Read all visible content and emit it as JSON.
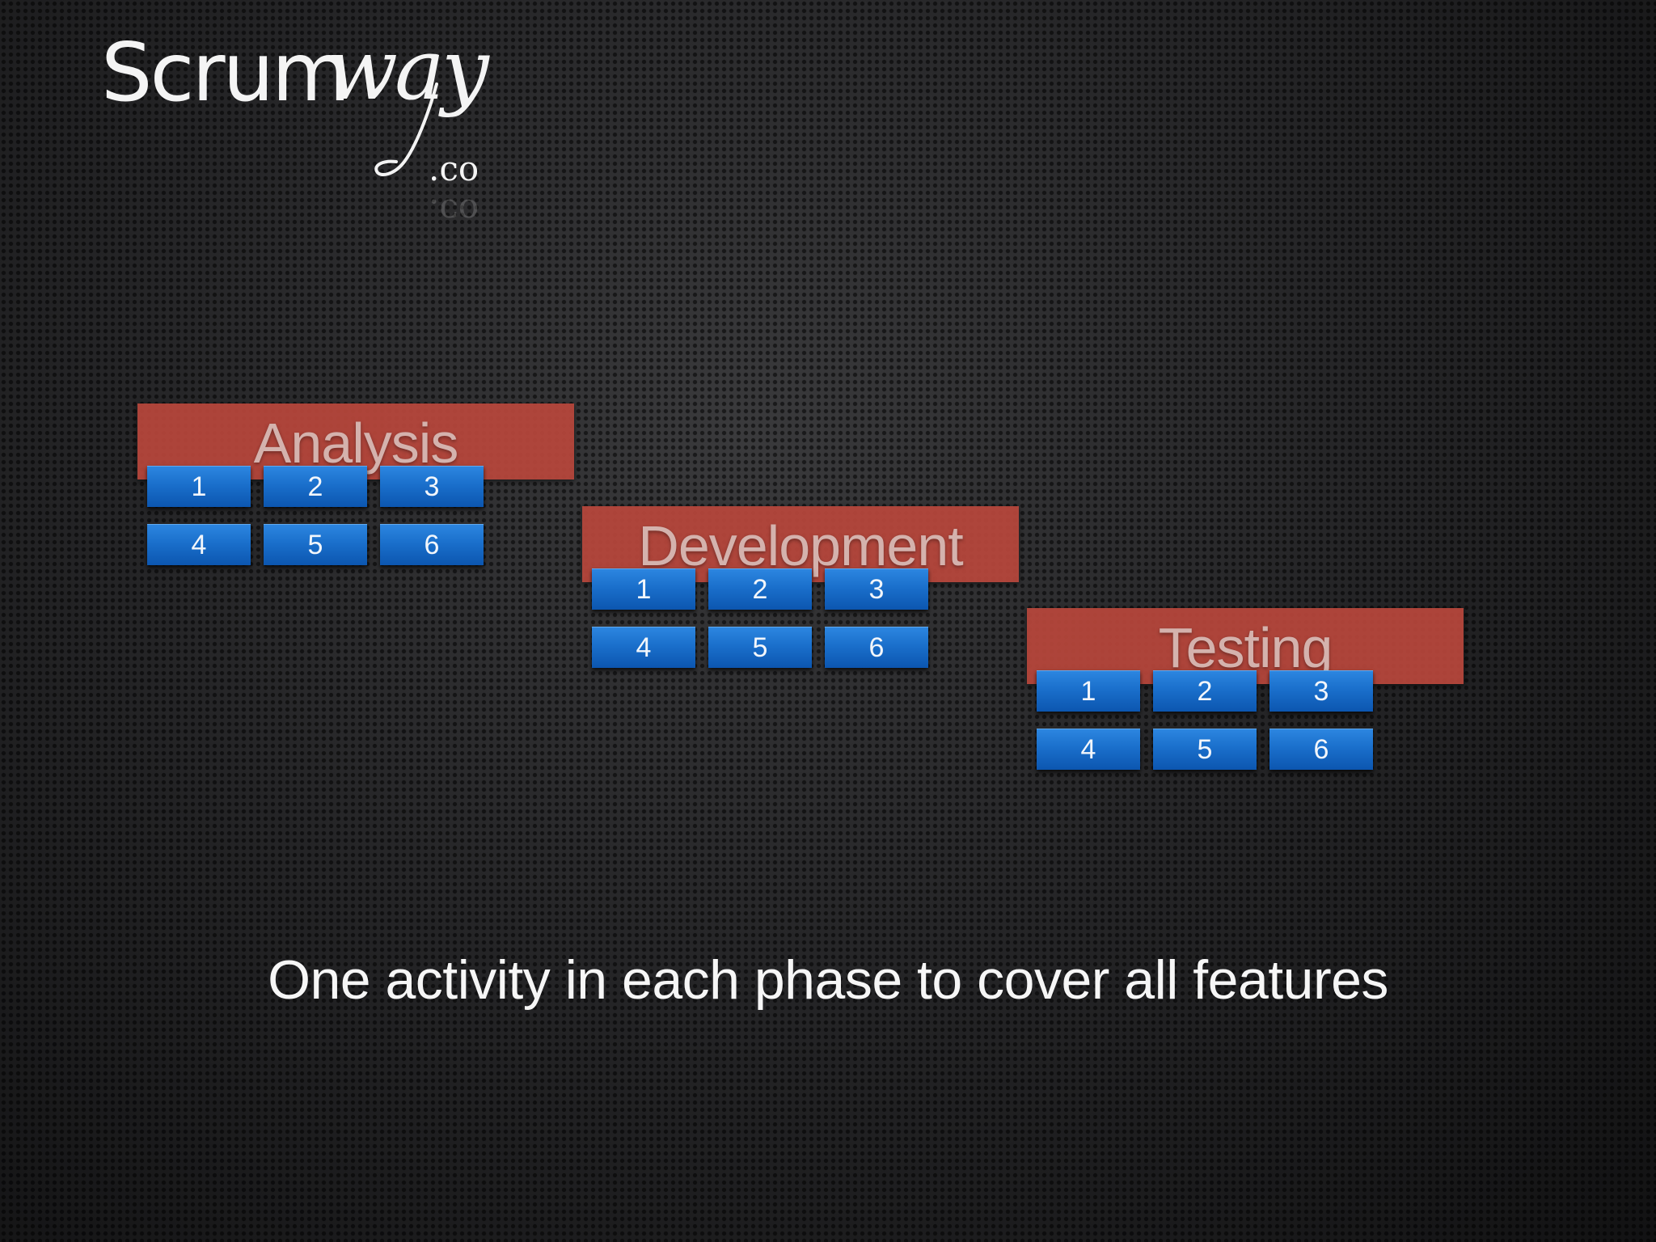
{
  "logo": {
    "main": "Scrum",
    "script": "way",
    "tld": ".co"
  },
  "phases": [
    {
      "title": "Analysis",
      "items": [
        "1",
        "2",
        "3",
        "4",
        "5",
        "6"
      ]
    },
    {
      "title": "Development",
      "items": [
        "1",
        "2",
        "3",
        "4",
        "5",
        "6"
      ]
    },
    {
      "title": "Testing",
      "items": [
        "1",
        "2",
        "3",
        "4",
        "5",
        "6"
      ]
    }
  ],
  "caption": "One activity in each phase to cover all features",
  "colors": {
    "phase_bar": "#b9473c",
    "card": "#1a6fcb",
    "background": "#1c1c1e",
    "text": "#f6f6f6"
  }
}
